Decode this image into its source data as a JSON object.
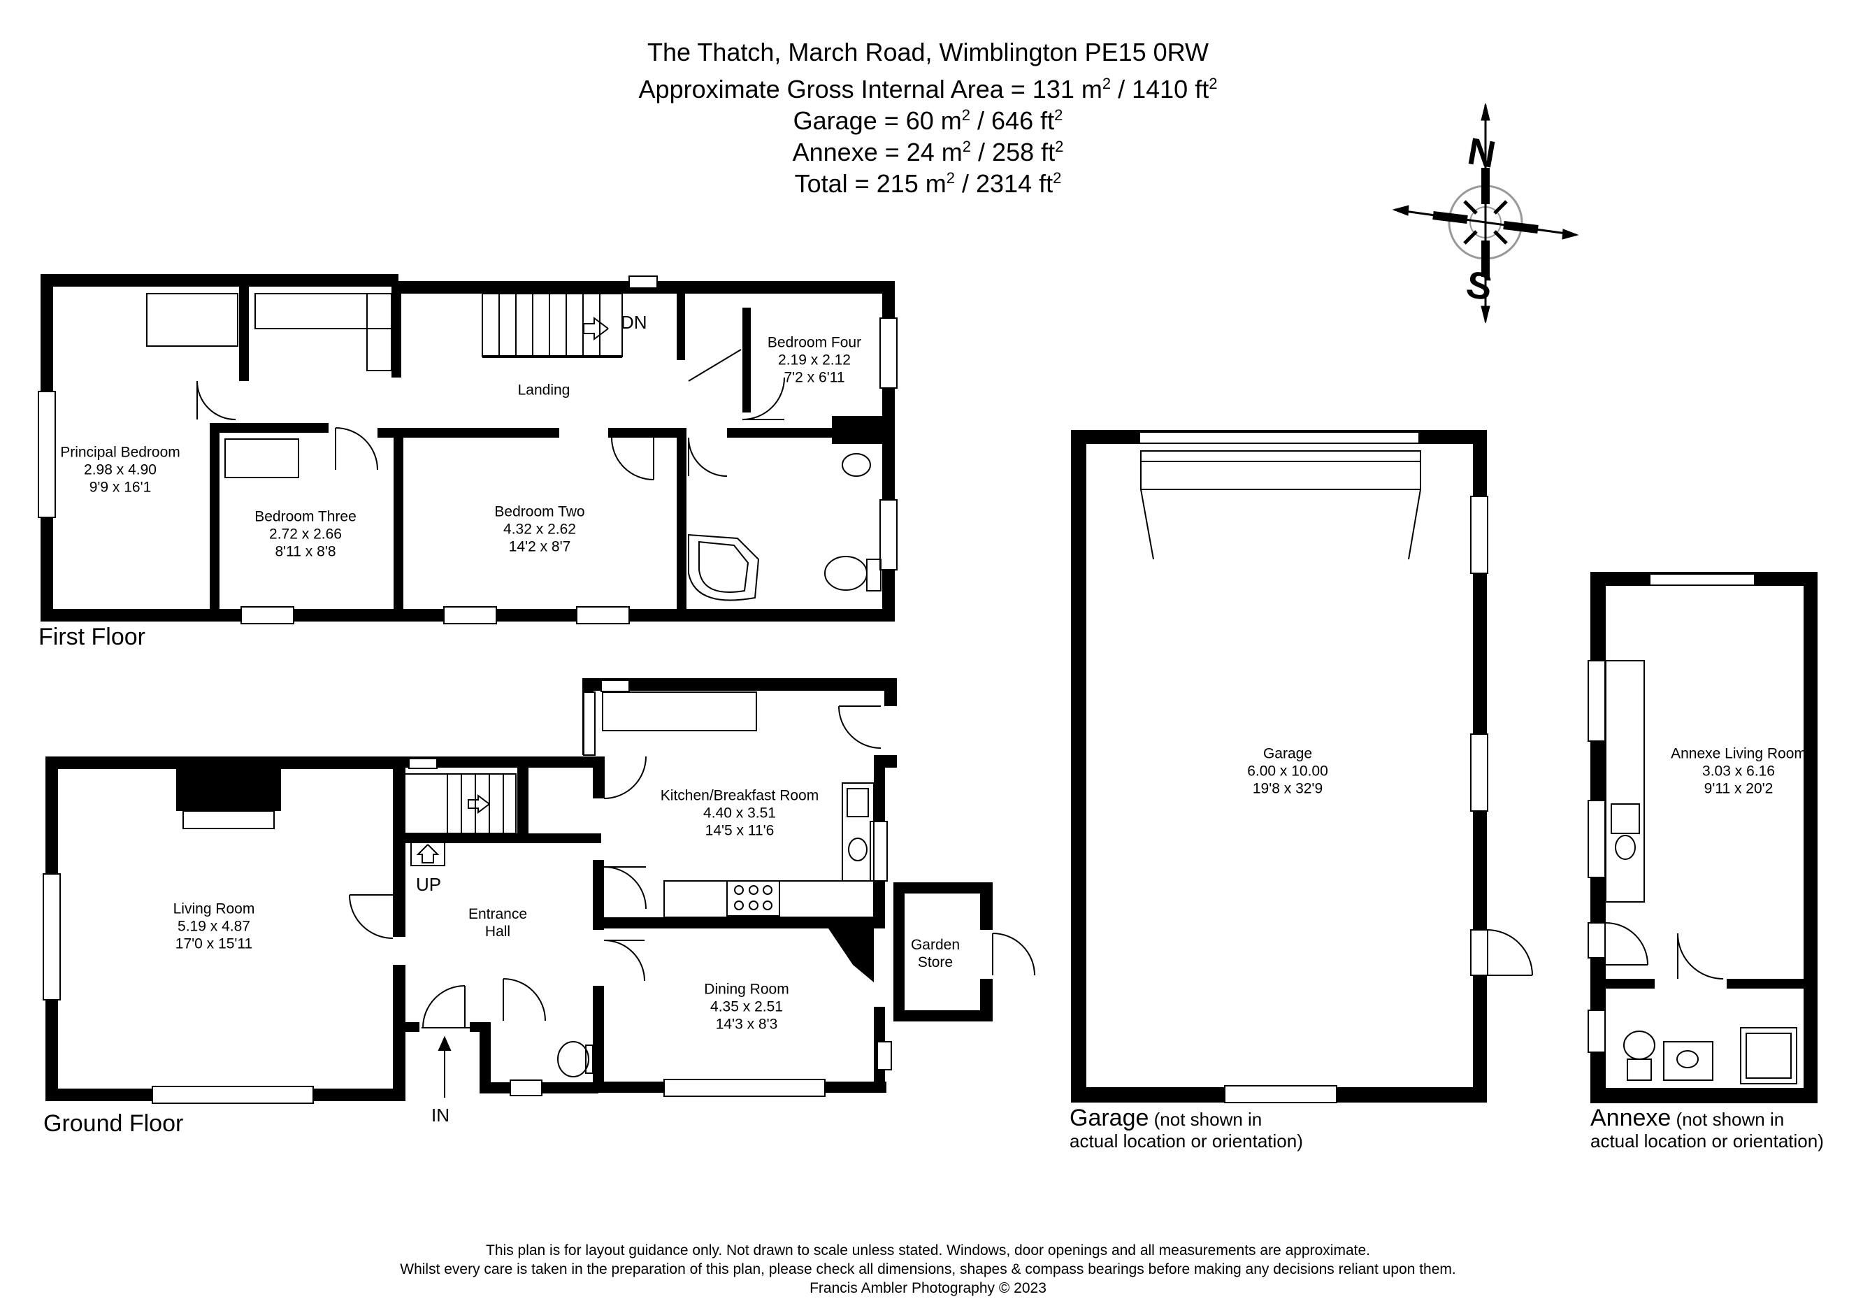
{
  "header": {
    "address": "The Thatch, March Road, Wimblington PE15 0RW",
    "gia_prefix": "Approximate Gross Internal Area = 131 m",
    "gia_mid": " / 1410 ft",
    "garage_prefix": "Garage = 60 m",
    "garage_mid": " / 646 ft",
    "annexe_prefix": "Annexe = 24 m",
    "annexe_mid": " / 258 ft",
    "total_prefix": "Total = 215 m",
    "total_mid": " / 2314 ft",
    "sup": "2"
  },
  "compass": {
    "north": "N",
    "south": "S"
  },
  "first_floor": {
    "label": "First Floor",
    "rooms": {
      "principal": {
        "name": "Principal Bedroom",
        "metric": "2.98 x 4.90",
        "imperial": "9'9 x 16'1"
      },
      "bedroom_three": {
        "name": "Bedroom Three",
        "metric": "2.72 x 2.66",
        "imperial": "8'11 x 8'8"
      },
      "bedroom_two": {
        "name": "Bedroom Two",
        "metric": "4.32 x 2.62",
        "imperial": "14'2 x 8'7"
      },
      "bedroom_four": {
        "name": "Bedroom Four",
        "metric": "2.19 x 2.12",
        "imperial": "7'2 x 6'11"
      },
      "landing": {
        "name": "Landing"
      }
    },
    "dn": "DN"
  },
  "ground_floor": {
    "label": "Ground Floor",
    "rooms": {
      "living": {
        "name": "Living Room",
        "metric": "5.19 x 4.87",
        "imperial": "17'0 x 15'11"
      },
      "hall": {
        "name": "Entrance",
        "name2": "Hall"
      },
      "kitchen": {
        "name": "Kitchen/Breakfast Room",
        "metric": "4.40 x 3.51",
        "imperial": "14'5 x 11'6"
      },
      "dining": {
        "name": "Dining Room",
        "metric": "4.35 x 2.51",
        "imperial": "14'3 x 8'3"
      },
      "garden_store": {
        "name": "Garden",
        "name2": "Store"
      }
    },
    "up": "UP",
    "in": "IN"
  },
  "garage": {
    "room": {
      "name": "Garage",
      "metric": "6.00 x 10.00",
      "imperial": "19'8 x 32'9"
    },
    "label": "Garage",
    "note1": " (not shown in",
    "note2": "actual location or orientation)"
  },
  "annexe": {
    "room": {
      "name": "Annexe Living Room",
      "metric": "3.03 x 6.16",
      "imperial": "9'11 x 20'2"
    },
    "label": "Annexe",
    "note1": " (not shown in",
    "note2": "actual location or orientation)"
  },
  "footer": {
    "line1": "This plan is for layout guidance only. Not drawn to scale unless stated. Windows, door openings and all measurements are approximate.",
    "line2": "Whilst every care is taken in the preparation of this plan, please check all dimensions, shapes & compass bearings before making any decisions reliant upon them.",
    "line3": "Francis Ambler Photography © 2023"
  }
}
